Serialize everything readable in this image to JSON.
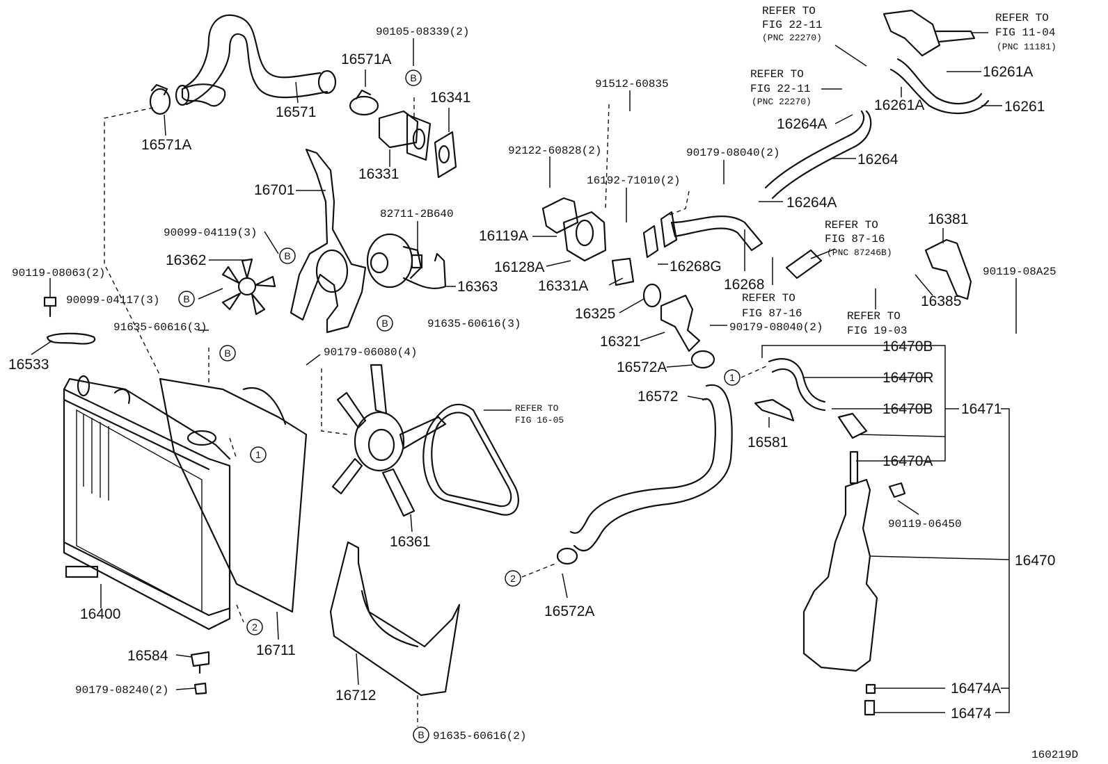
{
  "figure_code": "160219D",
  "parts": {
    "p16571A_top": "16571A",
    "p16571": "16571",
    "p16571A_left": "16571A",
    "p90105": "90105-08339(2)",
    "p16341": "16341",
    "p16331": "16331",
    "p16701": "16701",
    "p82711": "82711-2B640",
    "p90099_19": "90099-04119(3)",
    "p16362": "16362",
    "p90119_063": "90119-08063(2)",
    "p90099_17": "90099-04117(3)",
    "p16363": "16363",
    "p91635_left": "91635-60616(3)",
    "p91635_right": "91635-60616(3)",
    "p16533": "16533",
    "p90179_060": "90179-06080(4)",
    "p16400": "16400",
    "p16711": "16711",
    "p16584": "16584",
    "p90179_082": "90179-08240(2)",
    "p16712": "16712",
    "p91635_bottom": "91635-60616(2)",
    "p16361": "16361",
    "p91512": "91512-60835",
    "p92122": "92122-60828(2)",
    "p16192": "16192-71010(2)",
    "p16119A": "16119A",
    "p16128A": "16128A",
    "p16331A": "16331A",
    "p16325": "16325",
    "p16321": "16321",
    "p16572A_top": "16572A",
    "p16572": "16572",
    "p16572A_bottom": "16572A",
    "p90179_080_top": "90179-08040(2)",
    "p90179_080_mid": "90179-08040(2)",
    "p16268G": "16268G",
    "p16268": "16268",
    "p16264A_top": "16264A",
    "p16264": "16264",
    "p16264A_bot": "16264A",
    "p16261A_r": "16261A",
    "p16261A_l": "16261A",
    "p16261": "16261",
    "p16381": "16381",
    "p16385": "16385",
    "p90119_A25": "90119-08A25",
    "p16470B_top": "16470B",
    "p16470R": "16470R",
    "p16470B_bot": "16470B",
    "p16471": "16471",
    "p16581": "16581",
    "p16470A": "16470A",
    "p90119_064": "90119-06450",
    "p16470": "16470",
    "p16474A": "16474A",
    "p16474": "16474"
  },
  "refs": {
    "fig16_05_a": "REFER TO",
    "fig16_05_b": "FIG 16-05",
    "fig22_top_a": "REFER TO",
    "fig22_top_b": "FIG 22-11",
    "fig22_top_c": "(PNC 22270)",
    "fig22_mid_a": "REFER TO",
    "fig22_mid_b": "FIG 22-11",
    "fig22_mid_c": "(PNC 22270)",
    "fig11_a": "REFER TO",
    "fig11_b": "FIG 11-04",
    "fig11_c": "(PNC 11181)",
    "fig87_top_a": "REFER TO",
    "fig87_top_b": "FIG 87-16",
    "fig87_top_c": "(PNC 87246B)",
    "fig87_bot_a": "REFER TO",
    "fig87_bot_b": "FIG 87-16",
    "fig19_a": "REFER TO",
    "fig19_b": "FIG 19-03"
  },
  "markers": {
    "b": "B",
    "one": "1",
    "two": "2"
  }
}
